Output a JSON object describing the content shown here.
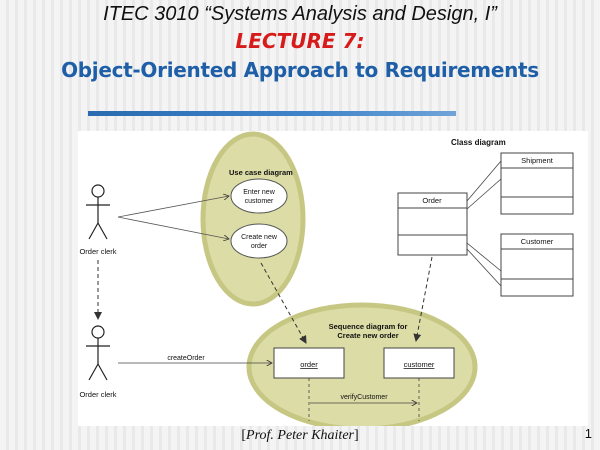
{
  "slide": {
    "course_title": "ITEC 3010 “Systems Analysis and Design, I”",
    "lecture_number": "LECTURE 7:",
    "lecture_title": "Object-Oriented Approach to Requirements",
    "author_open": "[",
    "author_name": "Prof. Peter Khaiter",
    "author_close": "]",
    "page_number": "1"
  },
  "diagram": {
    "use_case": {
      "heading": "Use case diagram",
      "cases": [
        "Enter new",
        "customer",
        "Create new",
        "order"
      ]
    },
    "class_diagram": {
      "heading": "Class diagram",
      "classes": [
        "Shipment",
        "Order",
        "Customer"
      ]
    },
    "sequence": {
      "heading_line1": "Sequence diagram for",
      "heading_line2": "Create new order",
      "objects": [
        "order",
        "customer"
      ],
      "message_in": "createOrder",
      "message_between": "verifyCustomer"
    },
    "actors": [
      "Order clerk",
      "Order clerk"
    ],
    "colors": {
      "highlight_fill": "#dcdca6",
      "highlight_stroke": "#c7c784",
      "accent_blue": "#1f5fa8",
      "accent_red": "#d71a1a"
    }
  }
}
